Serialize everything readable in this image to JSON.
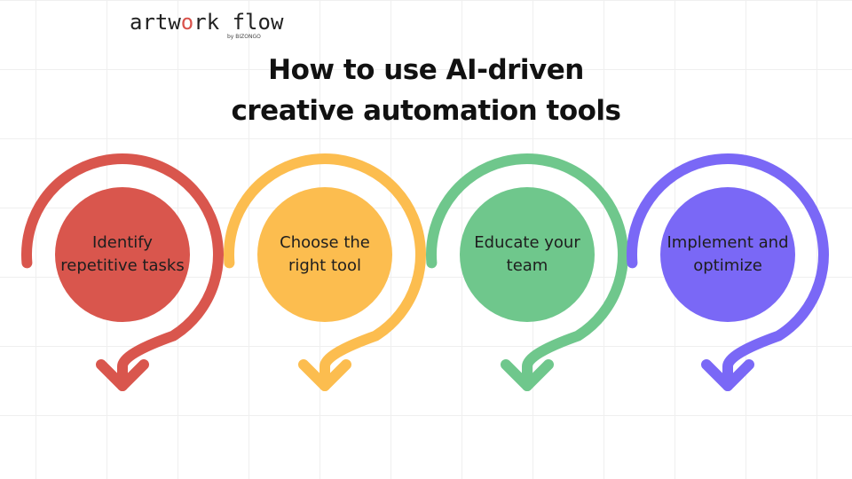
{
  "logo": {
    "word": "artwork flow",
    "sub": "by BIZONGO"
  },
  "title": {
    "line1": "How to use AI-driven",
    "line2": "creative automation tools"
  },
  "steps": [
    {
      "label": "Identify repetitive tasks",
      "color": "#d9564d"
    },
    {
      "label": "Choose the right tool",
      "color": "#fcbd4f"
    },
    {
      "label": "Educate your team",
      "color": "#6fc78c"
    },
    {
      "label": "Implement and optimize",
      "color": "#7a68f6"
    }
  ]
}
